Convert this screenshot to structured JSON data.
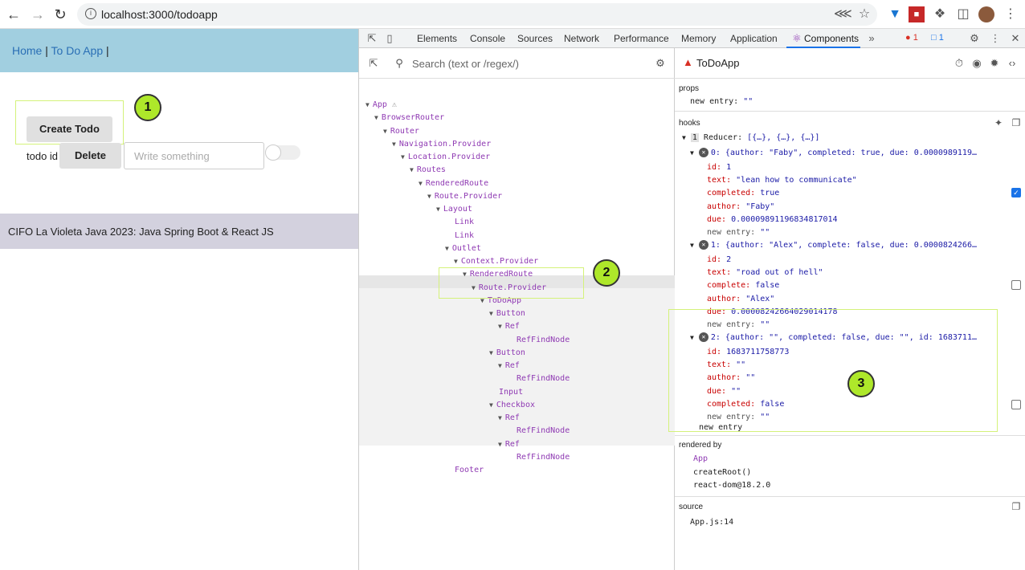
{
  "browser": {
    "url": "localhost:3000/todoapp",
    "back_icon": "arrow-left-icon",
    "forward_icon": "arrow-right-icon",
    "reload_icon": "reload-icon"
  },
  "app": {
    "nav": {
      "home": "Home",
      "separator": "|",
      "todo": "To Do App",
      "trailing": "|"
    },
    "create_button": "Create Todo",
    "todo_label": "todo id",
    "delete_button": "Delete",
    "input_placeholder": "Write something",
    "footer": "CIFO La Violeta Java 2023: Java Spring Boot & React JS"
  },
  "annotations": {
    "one": "1",
    "two": "2",
    "three": "3"
  },
  "devtools": {
    "tabs": [
      "Elements",
      "Console",
      "Sources",
      "Network",
      "Performance",
      "Memory",
      "Application",
      "Components"
    ],
    "error_count": "1",
    "message_count": "1",
    "search_placeholder": "Search (text or /regex/)",
    "tree": [
      "App",
      "BrowserRouter",
      "Router",
      "Navigation.Provider",
      "Location.Provider",
      "Routes",
      "RenderedRoute",
      "Route.Provider",
      "Layout",
      "Link",
      "Link",
      "Outlet",
      "Context.Provider",
      "RenderedRoute",
      "Route.Provider",
      "ToDoApp",
      "Button",
      "Ref",
      "RefFindNode",
      "Button",
      "Ref",
      "RefFindNode",
      "Input",
      "Checkbox",
      "Ref",
      "RefFindNode",
      "Ref",
      "RefFindNode",
      "Footer"
    ],
    "selected_component": "ToDoApp",
    "props": {
      "title": "props",
      "new_entry_key": "new entry:",
      "new_entry_val": "\"\""
    },
    "hooks": {
      "title": "hooks",
      "reducer_index": "1",
      "reducer_label": "Reducer:",
      "reducer_value": "[{…}, {…}, {…}]",
      "items": [
        {
          "header": "0: {author: \"Faby\", completed: true, due: 0.0000989119…",
          "fields": [
            [
              "id:",
              "1"
            ],
            [
              "text:",
              "\"lean how to communicate\""
            ],
            [
              "completed:",
              "true"
            ],
            [
              "author:",
              "\"Faby\""
            ],
            [
              "due:",
              "0.00009891196834817014"
            ],
            [
              "new entry:",
              "\"\""
            ]
          ],
          "checked": true
        },
        {
          "header": "1: {author: \"Alex\", complete: false, due: 0.0000824266…",
          "fields": [
            [
              "id:",
              "2"
            ],
            [
              "text:",
              "\"road out of hell\""
            ],
            [
              "complete:",
              "false"
            ],
            [
              "author:",
              "\"Alex\""
            ],
            [
              "due:",
              "0.00008242664029014178"
            ],
            [
              "new entry:",
              "\"\""
            ]
          ],
          "checked": false
        },
        {
          "header": "2: {author: \"\", completed: false, due: \"\", id: 1683711…",
          "fields": [
            [
              "id:",
              "1683711758773"
            ],
            [
              "text:",
              "\"\""
            ],
            [
              "author:",
              "\"\""
            ],
            [
              "due:",
              "\"\""
            ],
            [
              "completed:",
              "false"
            ],
            [
              "new entry:",
              "\"\""
            ]
          ],
          "checked": false
        }
      ],
      "new_entry": "new entry"
    },
    "rendered_by": {
      "title": "rendered by",
      "items": [
        "App",
        "createRoot()",
        "react-dom@18.2.0"
      ]
    },
    "source": {
      "title": "source",
      "value": "App.js:14"
    }
  }
}
